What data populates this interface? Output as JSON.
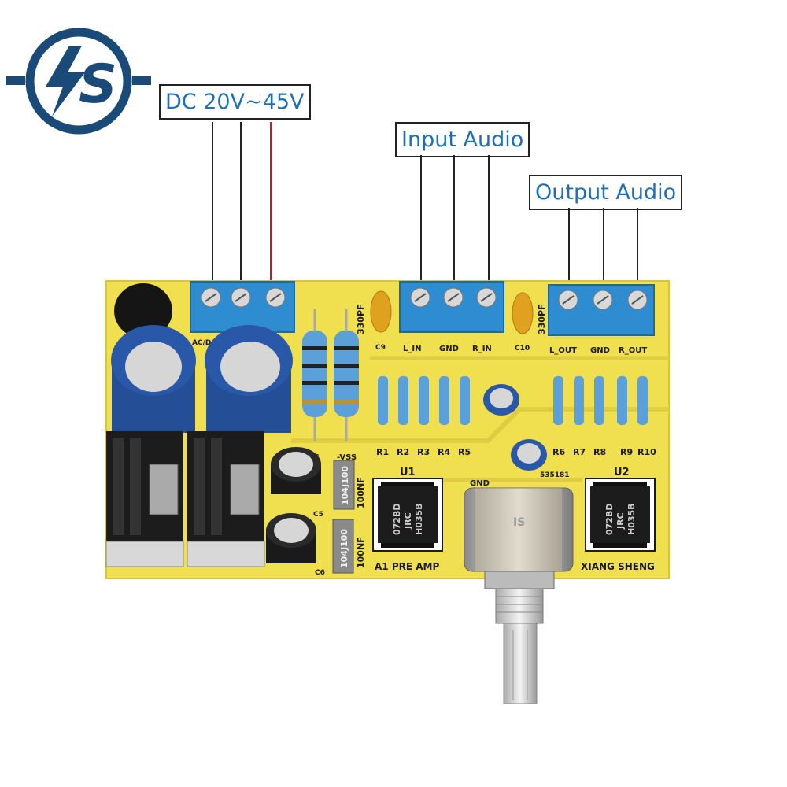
{
  "callouts": {
    "power": "DC 20V~45V",
    "input": "Input Audio",
    "output": "Output Audio"
  },
  "board": {
    "connector_labels": {
      "ac_dc": "AC/DC",
      "l_in": "L_IN",
      "gnd_in": "GND",
      "r_in": "R_IN",
      "l_out": "L_OUT",
      "gnd_out": "GND",
      "r_out": "R_OUT"
    },
    "cap_labels": {
      "c9": "C9",
      "c10": "C10",
      "c5": "C5",
      "c6": "C6",
      "pf1": "330PF",
      "pf2": "330PF",
      "nf1": "100NF",
      "nf2": "100NF",
      "cap_code1": "104J100",
      "cap_code2": "104J100"
    },
    "resistor_labels": [
      "R1",
      "R2",
      "R3",
      "R4",
      "R5",
      "R6",
      "R7",
      "R8",
      "R9",
      "R10"
    ],
    "rail_labels": {
      "vcc": "C",
      "vss": "-VSS",
      "gnd": "GND"
    },
    "chips": {
      "u1": {
        "ref": "U1",
        "line1": "072BD",
        "line2": "JRC",
        "line3": "H035B"
      },
      "u2": {
        "ref": "U2",
        "line1": "072BD",
        "line2": "JRC",
        "line3": "H035B"
      }
    },
    "board_name": "A1 PRE AMP",
    "maker": "XIANG SHENG",
    "pot_code": "535181",
    "pot_logo": "IS"
  },
  "colors": {
    "logo": "#1a4a78",
    "callout_text": "#1f6fb8",
    "pcb": "#f0e050",
    "terminal": "#2e8cd0",
    "capacitor": "#2a58a8",
    "heatsink": "#1c1c1c",
    "lead_red": "#d01818"
  },
  "icons": {
    "logo": "lightning-s-logo-icon"
  }
}
